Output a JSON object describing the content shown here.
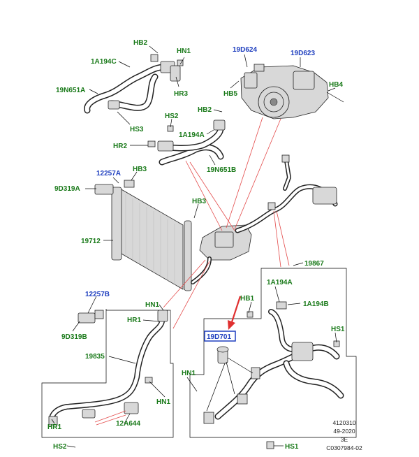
{
  "labels": {
    "hb2_top": "HB2",
    "hn1_top": "HN1",
    "l_1a194c": "1A194C",
    "l_19n651a": "19N651A",
    "hr3": "HR3",
    "hs3": "HS3",
    "hs2": "HS2",
    "hb2_mid": "HB2",
    "l_1a194a_mid": "1A194A",
    "hr2": "HR2",
    "l_19n651b": "19N651B",
    "l_19d624": "19D624",
    "l_19d623": "19D623",
    "hb5": "HB5",
    "hb4": "HB4",
    "l_12257a": "12257A",
    "hb3_a": "HB3",
    "l_9d319a": "9D319A",
    "hb3_b": "HB3",
    "l_19712": "19712",
    "l_19867": "19867",
    "l_1a194a_right": "1A194A",
    "hb1_right": "HB1",
    "l_1a194b": "1A194B",
    "l_12257b": "12257B",
    "hn1_left": "HN1",
    "hr1_left": "HR1",
    "l_9d319b": "9D319B",
    "l_19835": "19835",
    "l_19d701": "19D701",
    "hs1_right": "HS1",
    "hn1_mid": "HN1",
    "hn1_bottom": "HN1",
    "hr1_bottom": "HR1",
    "l_12a644": "12A644",
    "hs2_bottom": "HS2",
    "hs1_bottom": "HS1"
  },
  "stamp": {
    "line1": "4120310",
    "line2": "49-2020",
    "line3": "3E",
    "line4": "C0307984-02"
  },
  "colors": {
    "label_green": "#1a7a1a",
    "label_blue": "#1f3fbf",
    "arrow_red": "#e03030",
    "highlight_box": "#1f3fbf"
  }
}
